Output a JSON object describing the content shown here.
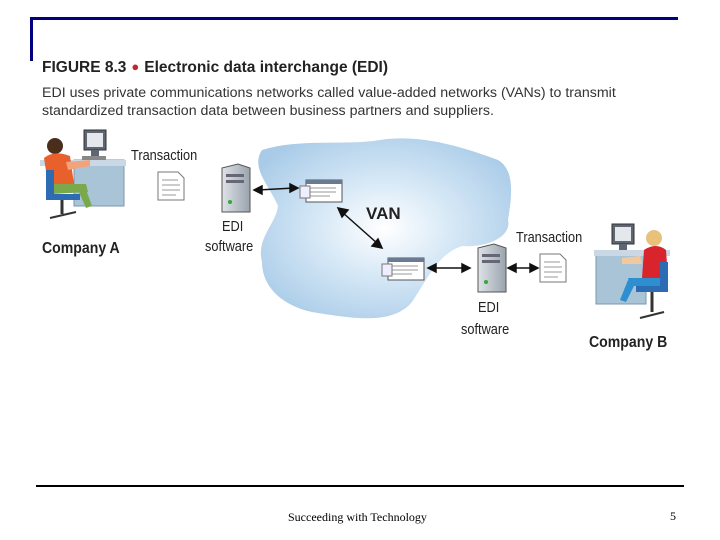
{
  "figure": {
    "number": "FIGURE 8.3",
    "title": "Electronic data interchange (EDI)",
    "caption": "EDI uses private communications networks called value-added networks (VANs) to transmit standardized transaction data between business partners and suppliers."
  },
  "diagram": {
    "company_a": "Company A",
    "company_b": "Company B",
    "transaction_a": "Transaction",
    "transaction_b": "Transaction",
    "edi_a_line1": "EDI",
    "edi_a_line2": "software",
    "edi_b_line1": "EDI",
    "edi_b_line2": "software",
    "van": "VAN"
  },
  "footer": {
    "text": "Succeeding with Technology",
    "page": "5"
  },
  "colors": {
    "frame": "#000080",
    "cloud": "#b9d6ee",
    "shirt_a": "#e8612c",
    "shirt_b": "#d8242c",
    "bullet": "#c4262e"
  }
}
